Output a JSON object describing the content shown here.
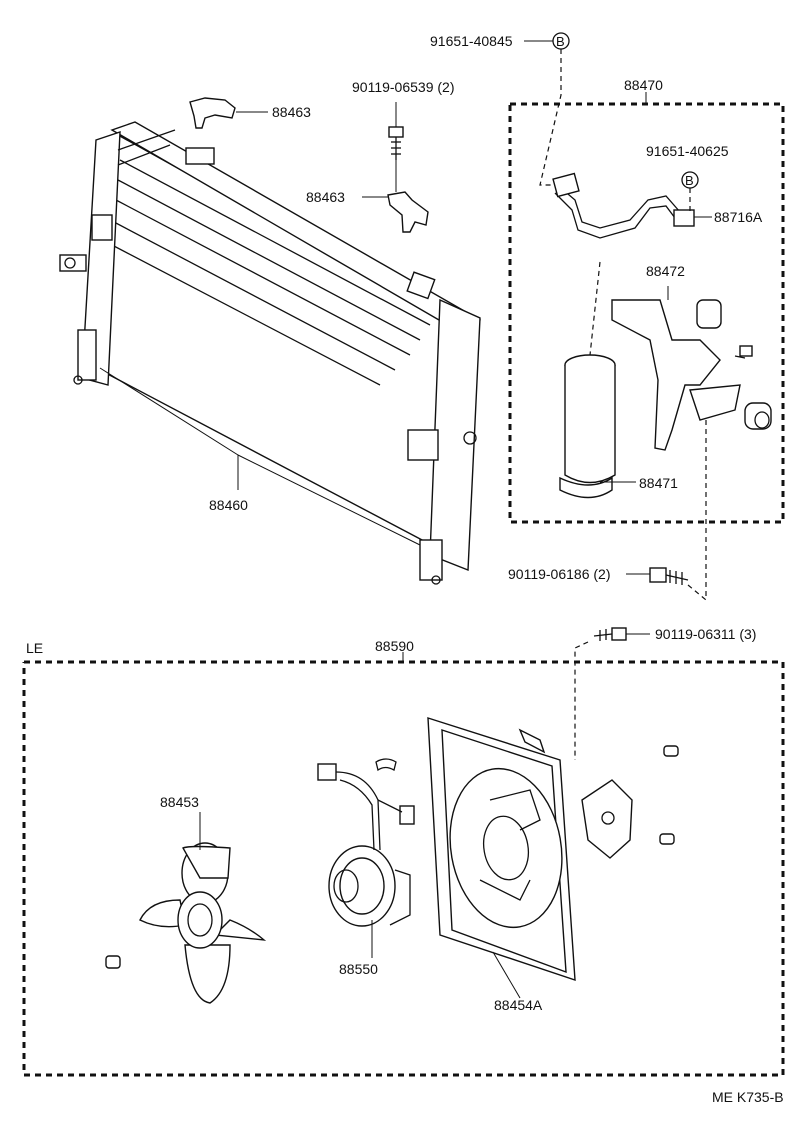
{
  "parts": {
    "condenser": "88460",
    "bracket": "88463",
    "bracket_2": "88463",
    "bolt_90119_06539": "90119-06539 (2)",
    "receiver_assy": "88470",
    "pipe_91651_40845": "91651-40845",
    "pipe_91651_40625": "91651-40625",
    "marker_b": "B",
    "tube_88716a": "88716A",
    "bracket_88472": "88472",
    "receiver_dryer": "88471",
    "bolt_90119_06186": "90119-06186 (2)",
    "bolt_90119_06311": "90119-06311 (3)",
    "fan_assy": "88590",
    "side_label": "LE",
    "fan_blade": "88453",
    "fan_motor": "88550",
    "fan_shroud": "88454A"
  },
  "footer_code": "ME  K735-B"
}
